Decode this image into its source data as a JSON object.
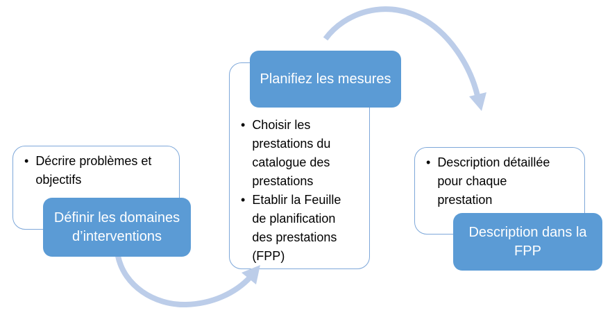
{
  "bullet_char": "•",
  "colors": {
    "step_fill": "#5b9bd5",
    "step_text": "#ffffff",
    "panel_border": "#7da7d9",
    "arrow": "#bccde9",
    "body_text": "#000000",
    "background": "#ffffff"
  },
  "steps": [
    {
      "label": "Définir les domaines d’interventions",
      "bullets": [
        "Décrire problèmes et objectifs"
      ]
    },
    {
      "label": "Planifiez les mesures",
      "bullets": [
        "Choisir les prestations du catalogue des prestations",
        "Etablir la Feuille de planification des prestations (FPP)"
      ]
    },
    {
      "label": "Description dans la FPP",
      "bullets": [
        "Description détaillée pour chaque prestation"
      ]
    }
  ],
  "connectors": [
    {
      "name": "curved-arrow-bottom",
      "connects": "step-1 to step-2"
    },
    {
      "name": "curved-arrow-top",
      "connects": "step-2 to step-3"
    }
  ]
}
